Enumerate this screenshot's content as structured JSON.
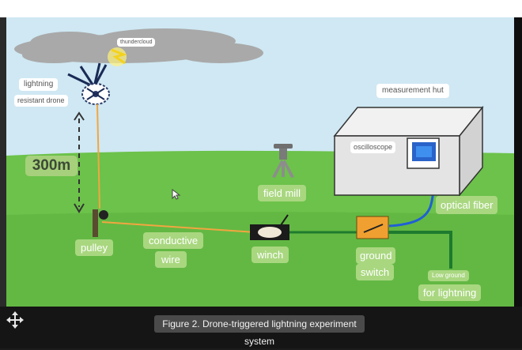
{
  "labels": {
    "thundercloud": "thundercloud",
    "lightning_1": "lightning",
    "lightning_2": "resistant drone",
    "distance": "300m",
    "measurement_hut": "measurement hut",
    "oscilloscope": "oscilloscope",
    "field_mill": "field mill",
    "optical_fiber": "optical fiber",
    "pulley": "pulley",
    "conductive_1": "conductive",
    "conductive_2": "wire",
    "winch": "winch",
    "ground_1": "ground",
    "ground_2": "switch",
    "low_ground_1": "Low ground",
    "low_ground_2": "for lightning"
  },
  "caption": "Figure 2. Drone-triggered lightning experiment system",
  "colors": {
    "sky": "#cfe8f3",
    "grass": "#6cc24a",
    "cloud": "#a7a7a7",
    "hut": "#e4e4e4",
    "fiber": "#1f5fd6",
    "wire": "#f2a640",
    "ground_wire": "#1e7a2e",
    "switch": "#f0a030"
  },
  "icons": [
    "move-icon",
    "cursor-icon",
    "lightning-bolt-icon"
  ]
}
